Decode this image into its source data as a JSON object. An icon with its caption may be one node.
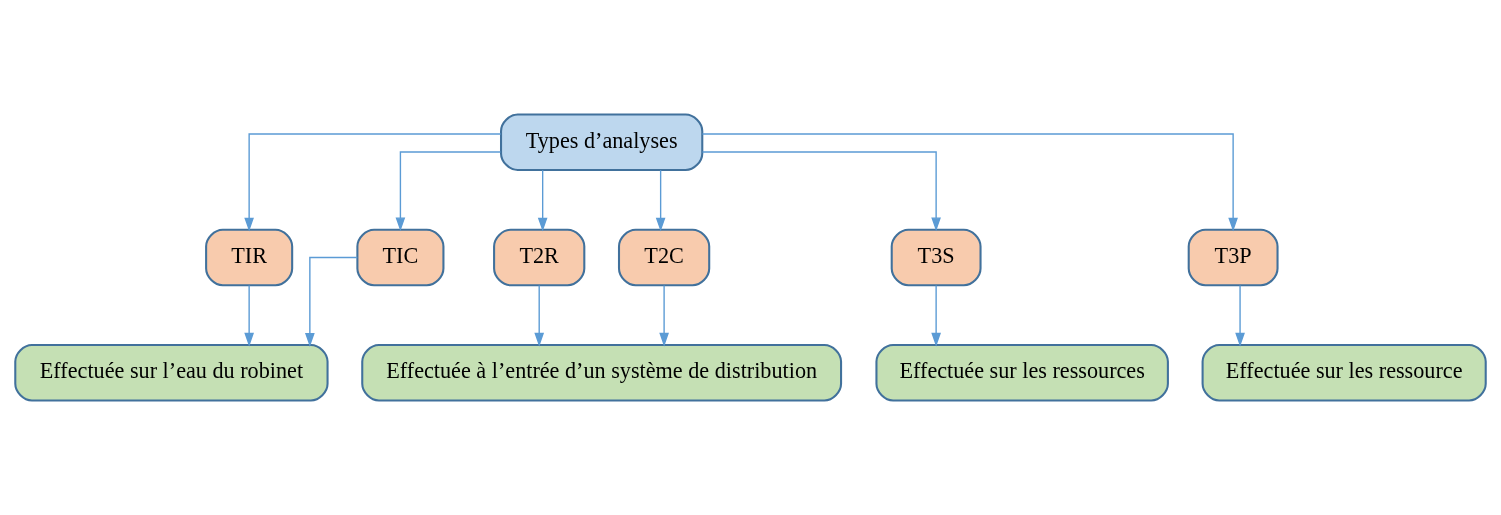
{
  "diagram": {
    "nodes": [
      {
        "text": [
          "Types d’analyses"
        ]
      },
      {
        "text": [
          "TIR"
        ]
      },
      {
        "text": [
          "TIC"
        ]
      },
      {
        "text": [
          "T2R"
        ]
      },
      {
        "text": [
          "T2C"
        ]
      },
      {
        "text": [
          "T3S"
        ]
      },
      {
        "text": [
          "T3P"
        ]
      },
      {
        "text": [
          "Effectuée sur l’eau du robinet"
        ]
      },
      {
        "text": [
          "Effectuée à l’entrée d’un système de distribution"
        ]
      },
      {
        "text": [
          "Effectuée sur les ressources"
        ]
      },
      {
        "text": [
          "Effectuée sur les ressource"
        ]
      }
    ],
    "edges": [
      {
        "from": 0,
        "to": 1,
        "arrow": "to"
      },
      {
        "from": 0,
        "to": 2,
        "arrow": "to"
      },
      {
        "from": 0,
        "to": 3,
        "arrow": "to"
      },
      {
        "from": 0,
        "to": 4,
        "arrow": "to"
      },
      {
        "from": 0,
        "to": 5,
        "arrow": "to"
      },
      {
        "from": 0,
        "to": 6,
        "arrow": "to"
      },
      {
        "from": 1,
        "to": 7,
        "arrow": "to"
      },
      {
        "from": 2,
        "to": 7,
        "arrow": "to"
      },
      {
        "from": 3,
        "to": 8,
        "arrow": "to"
      },
      {
        "from": 4,
        "to": 8,
        "arrow": "to"
      },
      {
        "from": 5,
        "to": 9,
        "arrow": "to"
      },
      {
        "from": 6,
        "to": 10,
        "arrow": "to"
      }
    ]
  }
}
